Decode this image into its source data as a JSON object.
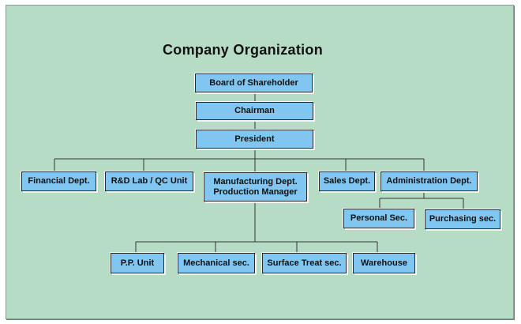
{
  "title": "Company Organization",
  "colors": {
    "panel_background": "#b7dcc6",
    "node_fill": "#80c6f0",
    "connector": "#333333"
  },
  "nodes": {
    "board": "Board  of  Shareholder",
    "chairman": "Chairman",
    "president": "President",
    "financial": "Financial Dept.",
    "rnd": "R&D Lab / QC Unit",
    "manufacturing": "Manufacturing Dept.\nProduction Manager",
    "sales": "Sales Dept.",
    "administration": "Administration Dept.",
    "personal": "Personal Sec.",
    "purchasing": "Purchasing sec.",
    "pp_unit": "P.P. Unit",
    "mechanical": "Mechanical sec.",
    "surface_treat": "Surface Treat sec.",
    "warehouse": "Warehouse"
  }
}
